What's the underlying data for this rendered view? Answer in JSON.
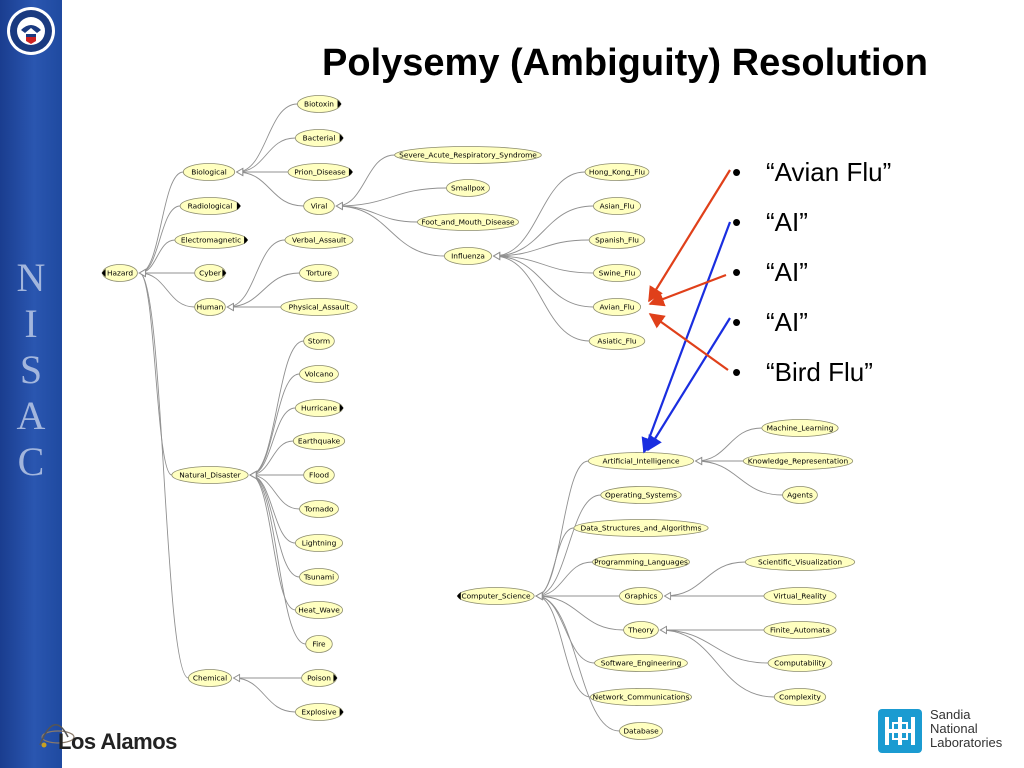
{
  "title": "Polysemy (Ambiguity) Resolution",
  "sidebar": {
    "letters": [
      "N",
      "I",
      "S",
      "A",
      "C"
    ]
  },
  "logos": {
    "left": "Los Alamos",
    "right_lines": [
      "Sandia",
      "National",
      "Laboratories"
    ]
  },
  "bullets": [
    "“Avian Flu”",
    "“AI”",
    "“AI”",
    "“AI”",
    "“Bird Flu”"
  ],
  "colors": {
    "node_fill": "#ffffc0",
    "node_stroke": "#8c8c6e",
    "edge": "#909090",
    "arrow_red": "#e0401a",
    "arrow_blue": "#1a2ee0",
    "sidebar": "#2a56b0"
  },
  "nodes": [
    {
      "label": "Hazard",
      "expand": "left"
    },
    {
      "label": "Biological"
    },
    {
      "label": "Radiological",
      "expand": "right"
    },
    {
      "label": "Electromagnetic",
      "expand": "right"
    },
    {
      "label": "Cyber",
      "expand": "right"
    },
    {
      "label": "Human"
    },
    {
      "label": "Natural_Disaster"
    },
    {
      "label": "Chemical"
    },
    {
      "label": "Biotoxin",
      "expand": "right"
    },
    {
      "label": "Bacterial",
      "expand": "right"
    },
    {
      "label": "Prion_Disease",
      "expand": "right"
    },
    {
      "label": "Viral"
    },
    {
      "label": "Severe_Acute_Respiratory_Syndrome"
    },
    {
      "label": "Smallpox"
    },
    {
      "label": "Foot_and_Mouth_Disease"
    },
    {
      "label": "Influenza"
    },
    {
      "label": "Hong_Kong_Flu"
    },
    {
      "label": "Asian_Flu"
    },
    {
      "label": "Spanish_Flu"
    },
    {
      "label": "Swine_Flu"
    },
    {
      "label": "Avian_Flu"
    },
    {
      "label": "Asiatic_Flu"
    },
    {
      "label": "Verbal_Assault"
    },
    {
      "label": "Torture"
    },
    {
      "label": "Physical_Assault"
    },
    {
      "label": "Storm"
    },
    {
      "label": "Volcano"
    },
    {
      "label": "Hurricane",
      "expand": "right"
    },
    {
      "label": "Earthquake"
    },
    {
      "label": "Flood"
    },
    {
      "label": "Tornado"
    },
    {
      "label": "Lightning"
    },
    {
      "label": "Tsunami"
    },
    {
      "label": "Heat_Wave"
    },
    {
      "label": "Fire"
    },
    {
      "label": "Poison",
      "expand": "right"
    },
    {
      "label": "Explosive",
      "expand": "right"
    },
    {
      "label": "Computer_Science",
      "expand": "left"
    },
    {
      "label": "Artificial_Intelligence"
    },
    {
      "label": "Operating_Systems"
    },
    {
      "label": "Data_Structures_and_Algorithms"
    },
    {
      "label": "Programming_Languages"
    },
    {
      "label": "Graphics"
    },
    {
      "label": "Theory"
    },
    {
      "label": "Software_Engineering"
    },
    {
      "label": "Network_Communications"
    },
    {
      "label": "Database"
    },
    {
      "label": "Machine_Learning"
    },
    {
      "label": "Knowledge_Representation"
    },
    {
      "label": "Agents"
    },
    {
      "label": "Scientific_Visualization"
    },
    {
      "label": "Virtual_Reality"
    },
    {
      "label": "Finite_Automata"
    },
    {
      "label": "Computability"
    },
    {
      "label": "Complexity"
    }
  ],
  "edges": [
    [
      "Hazard",
      "Biological"
    ],
    [
      "Hazard",
      "Radiological"
    ],
    [
      "Hazard",
      "Electromagnetic"
    ],
    [
      "Hazard",
      "Cyber"
    ],
    [
      "Hazard",
      "Human"
    ],
    [
      "Hazard",
      "Natural_Disaster"
    ],
    [
      "Hazard",
      "Chemical"
    ],
    [
      "Biological",
      "Biotoxin"
    ],
    [
      "Biological",
      "Bacterial"
    ],
    [
      "Biological",
      "Prion_Disease"
    ],
    [
      "Biological",
      "Viral"
    ],
    [
      "Viral",
      "Severe_Acute_Respiratory_Syndrome"
    ],
    [
      "Viral",
      "Smallpox"
    ],
    [
      "Viral",
      "Foot_and_Mouth_Disease"
    ],
    [
      "Viral",
      "Influenza"
    ],
    [
      "Influenza",
      "Hong_Kong_Flu"
    ],
    [
      "Influenza",
      "Asian_Flu"
    ],
    [
      "Influenza",
      "Spanish_Flu"
    ],
    [
      "Influenza",
      "Swine_Flu"
    ],
    [
      "Influenza",
      "Avian_Flu"
    ],
    [
      "Influenza",
      "Asiatic_Flu"
    ],
    [
      "Human",
      "Verbal_Assault"
    ],
    [
      "Human",
      "Torture"
    ],
    [
      "Human",
      "Physical_Assault"
    ],
    [
      "Natural_Disaster",
      "Storm"
    ],
    [
      "Natural_Disaster",
      "Volcano"
    ],
    [
      "Natural_Disaster",
      "Hurricane"
    ],
    [
      "Natural_Disaster",
      "Earthquake"
    ],
    [
      "Natural_Disaster",
      "Flood"
    ],
    [
      "Natural_Disaster",
      "Tornado"
    ],
    [
      "Natural_Disaster",
      "Lightning"
    ],
    [
      "Natural_Disaster",
      "Tsunami"
    ],
    [
      "Natural_Disaster",
      "Heat_Wave"
    ],
    [
      "Natural_Disaster",
      "Fire"
    ],
    [
      "Chemical",
      "Poison"
    ],
    [
      "Chemical",
      "Explosive"
    ],
    [
      "Computer_Science",
      "Artificial_Intelligence"
    ],
    [
      "Computer_Science",
      "Operating_Systems"
    ],
    [
      "Computer_Science",
      "Data_Structures_and_Algorithms"
    ],
    [
      "Computer_Science",
      "Programming_Languages"
    ],
    [
      "Computer_Science",
      "Graphics"
    ],
    [
      "Computer_Science",
      "Theory"
    ],
    [
      "Computer_Science",
      "Software_Engineering"
    ],
    [
      "Computer_Science",
      "Network_Communications"
    ],
    [
      "Computer_Science",
      "Database"
    ],
    [
      "Artificial_Intelligence",
      "Machine_Learning"
    ],
    [
      "Artificial_Intelligence",
      "Knowledge_Representation"
    ],
    [
      "Artificial_Intelligence",
      "Agents"
    ],
    [
      "Graphics",
      "Scientific_Visualization"
    ],
    [
      "Graphics",
      "Virtual_Reality"
    ],
    [
      "Theory",
      "Finite_Automata"
    ],
    [
      "Theory",
      "Computability"
    ],
    [
      "Theory",
      "Complexity"
    ]
  ],
  "arrows": [
    {
      "from": "bullet-0",
      "to": "Avian_Flu",
      "color": "red"
    },
    {
      "from": "bullet-1",
      "to": "Artificial_Intelligence",
      "color": "blue"
    },
    {
      "from": "bullet-2",
      "to": "Avian_Flu",
      "color": "red"
    },
    {
      "from": "bullet-3",
      "to": "Artificial_Intelligence",
      "color": "blue"
    },
    {
      "from": "bullet-4",
      "to": "Avian_Flu",
      "color": "red"
    }
  ]
}
